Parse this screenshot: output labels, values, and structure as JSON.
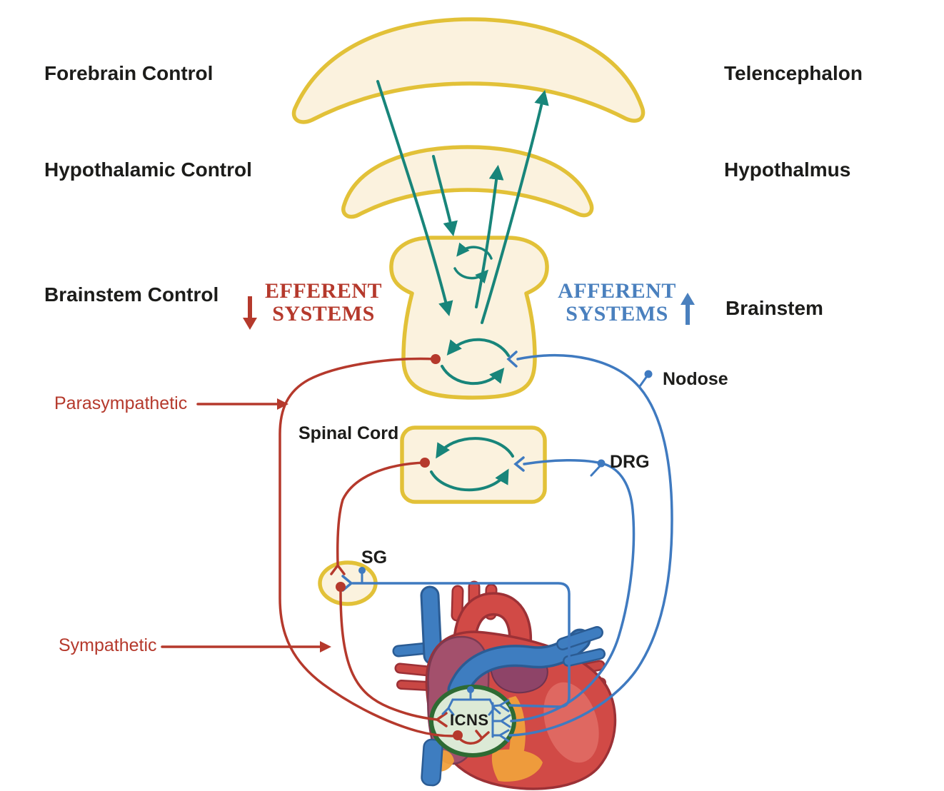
{
  "title": "Cardiac neuraxis diagram: efferent and afferent control of the heart",
  "labels": {
    "forebrain_control": "Forebrain Control",
    "telencephalon": "Telencephalon",
    "hypothalamic_control": "Hypothalamic Control",
    "hypothalmus": "Hypothalmus",
    "brainstem_control": "Brainstem Control",
    "brainstem": "Brainstem",
    "efferent_line1": "EFFERENT",
    "efferent_line2": "SYSTEMS",
    "afferent_line1": "AFFERENT",
    "afferent_line2": "SYSTEMS",
    "nodose": "Nodose",
    "parasympathetic": "Parasympathetic",
    "spinal_cord": "Spinal Cord",
    "drg": "DRG",
    "sg": "SG",
    "sympathetic": "Sympathetic",
    "icns": "ICNS"
  },
  "icons": {
    "efferent_direction": "down-arrow-icon",
    "afferent_direction": "up-arrow-icon",
    "parasympathetic_pointer": "right-arrow-icon",
    "sympathetic_pointer": "right-arrow-icon"
  },
  "palette": {
    "efferent_red": "#b5392c",
    "afferent_blue": "#3f7ac0",
    "afferent_blue_text": "#4a80be",
    "circuit_teal": "#18857a",
    "structure_gold": "#e2c138",
    "structure_cream": "#fbf2de",
    "icns_fill": "#dcead6",
    "icns_border": "#2e6b33",
    "heart_red": "#d14a46",
    "heart_purple": "#a3506c",
    "heart_blue": "#3e7dc0",
    "heart_orange": "#f0a03c",
    "text": "#1c1c1a"
  }
}
